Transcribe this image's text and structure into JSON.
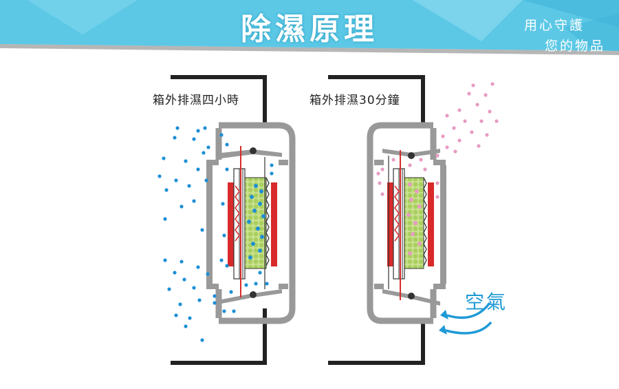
{
  "header": {
    "title": "除濕原理",
    "slogan_line1": "用心守護",
    "slogan_line2": "您的物品"
  },
  "panels": [
    {
      "caption": "箱外排濕四小時"
    },
    {
      "caption": "箱外排濕30分鐘"
    }
  ],
  "air_label": "空氣",
  "colors": {
    "banner_blue": "#5cc8e6",
    "banner_dark": "#3fb3d8",
    "moisture_blue": "#1d8fd6",
    "moisture_pink": "#e79bc3",
    "heater_red": "#d82a2a",
    "desiccant_green": "#a9cf5f",
    "frame_gray": "#9a9a9a",
    "air_arrow_blue": "#1f9ad6"
  }
}
